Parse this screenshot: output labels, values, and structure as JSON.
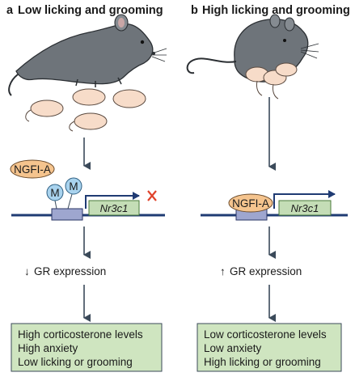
{
  "panel_a": {
    "letter": "a",
    "title": "Low licking and grooming",
    "factor_label": "NGFI-A",
    "methyl_label": "M",
    "gene_label": "Nr3c1",
    "expression_arrow": "↓",
    "expression_text": "GR expression",
    "outcomes": [
      "High corticosterone levels",
      "High anxiety",
      "Low licking or grooming"
    ]
  },
  "panel_b": {
    "letter": "b",
    "title": "High licking and grooming",
    "factor_label": "NGFI-A",
    "gene_label": "Nr3c1",
    "expression_arrow": "↑",
    "expression_text": "GR expression",
    "outcomes": [
      "Low corticosterone levels",
      "Low anxiety",
      "High licking or grooming"
    ]
  },
  "colors": {
    "dna_line": "#1f3b73",
    "promoter_box": "#9ea6cf",
    "gene_box": "#c4ddb6",
    "gene_border": "#4a7a3a",
    "factor_fill": "#f5c48e",
    "methyl_fill": "#a9d3ee",
    "outcome_fill": "#cfe5c0",
    "block_cross": "#e0432b",
    "rat_body": "#6e747a",
    "pup_body": "#f7dcc9",
    "arrow": "#3b4a5a"
  },
  "icons": [
    "rat-mother-icon",
    "rat-pup-icon",
    "methyl-group-icon",
    "transcription-arrow-icon",
    "blocked-cross-icon"
  ]
}
